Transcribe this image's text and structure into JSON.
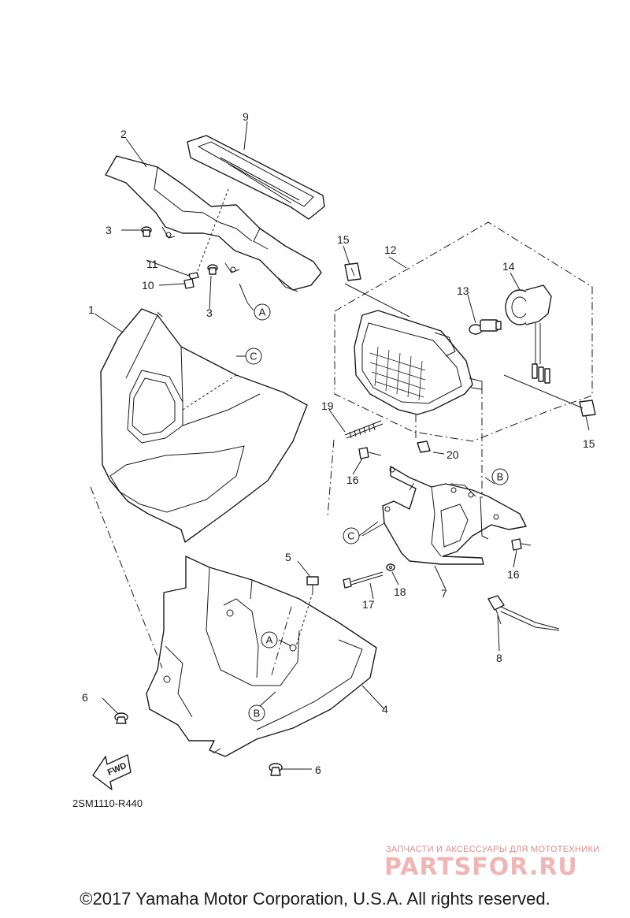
{
  "callouts": [
    {
      "id": "1",
      "label": "1"
    },
    {
      "id": "2",
      "label": "2"
    },
    {
      "id": "3a",
      "label": "3"
    },
    {
      "id": "3b",
      "label": "3"
    },
    {
      "id": "4",
      "label": "4"
    },
    {
      "id": "5",
      "label": "5"
    },
    {
      "id": "6a",
      "label": "6"
    },
    {
      "id": "6b",
      "label": "6"
    },
    {
      "id": "7",
      "label": "7"
    },
    {
      "id": "8",
      "label": "8"
    },
    {
      "id": "9",
      "label": "9"
    },
    {
      "id": "10",
      "label": "10"
    },
    {
      "id": "11",
      "label": "11"
    },
    {
      "id": "12",
      "label": "12"
    },
    {
      "id": "13",
      "label": "13"
    },
    {
      "id": "14",
      "label": "14"
    },
    {
      "id": "15a",
      "label": "15"
    },
    {
      "id": "15b",
      "label": "15"
    },
    {
      "id": "16a",
      "label": "16"
    },
    {
      "id": "16b",
      "label": "16"
    },
    {
      "id": "17",
      "label": "17"
    },
    {
      "id": "18",
      "label": "18"
    },
    {
      "id": "19",
      "label": "19"
    },
    {
      "id": "20",
      "label": "20"
    }
  ],
  "reference_marks": {
    "a": "A",
    "b": "B",
    "c": "C"
  },
  "fwd_arrow_label": "FWD",
  "drawing_code": "2SM1110-R440",
  "watermark": {
    "subtitle": "ЗАПЧАСТИ И АКСЕССУАРЫ ДЛЯ МОТОТЕХНИКИ",
    "logo": "PARTSFOR.RU"
  },
  "copyright": "©2017 Yamaha Motor Corporation, U.S.A. All rights reserved."
}
